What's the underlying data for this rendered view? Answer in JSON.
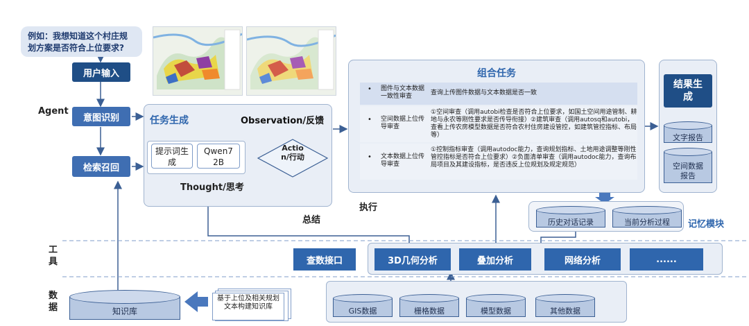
{
  "question": "例如：我想知道这个村庄规划方案是否符合上位要求?",
  "user_input": "用户输入",
  "agent_label": "Agent",
  "intent": "意图识别",
  "retrieval": "检索召回",
  "task_gen": {
    "title": "任务生成",
    "observation": "Observation/反馈",
    "prompt": "提示词生成",
    "model": "Qwen72B",
    "action": "Action/行动",
    "thought": "Thought/思考"
  },
  "summary": "总结",
  "execute": "执行",
  "combined": {
    "title": "组合任务",
    "rows": [
      {
        "bullet": "•",
        "name": "图件与文本数据一致性审查",
        "desc": "查询上传图件数据与文本数据是否一致"
      },
      {
        "bullet": "•",
        "name": "空间数据上位传导审查",
        "desc": "①空间审查（调用autobi检查是否符合上位要求，如国土空间用途管制、耕地与永农等刚性要求是否传导衔接）②建筑审查（调用autosq和autobi，查看上传农房模型数据是否符合农村住房建设管控，如建筑管控指标、布局等）"
      },
      {
        "bullet": "•",
        "name": "文本数据上位传导审查",
        "desc": "①控制指标审查（调用autodoc能力，查询规划指标、土地用途调整等刚性管控指标是否符合上位要求）②负面清单审查（调用autodoc能力，查询布局项目及其建设指标，是否违反上位规划及规定规范）"
      }
    ]
  },
  "result": {
    "title": "结果生成",
    "text_report": "文字报告",
    "spatial_report": "空间数据报告"
  },
  "memory": {
    "history": "历史对话记录",
    "current": "当前分析过程",
    "label": "记忆模块"
  },
  "tools_label": "工具",
  "data_label": "数据",
  "tools": [
    "查数接口",
    "3D几何分析",
    "叠加分析",
    "网络分析",
    "......"
  ],
  "knowledge_base": "知识库",
  "kb_build": "基于上位及相关规划文本构建知识库",
  "data_items": [
    "GIS数据",
    "栅格数据",
    "模型数据",
    "其他数据"
  ]
}
